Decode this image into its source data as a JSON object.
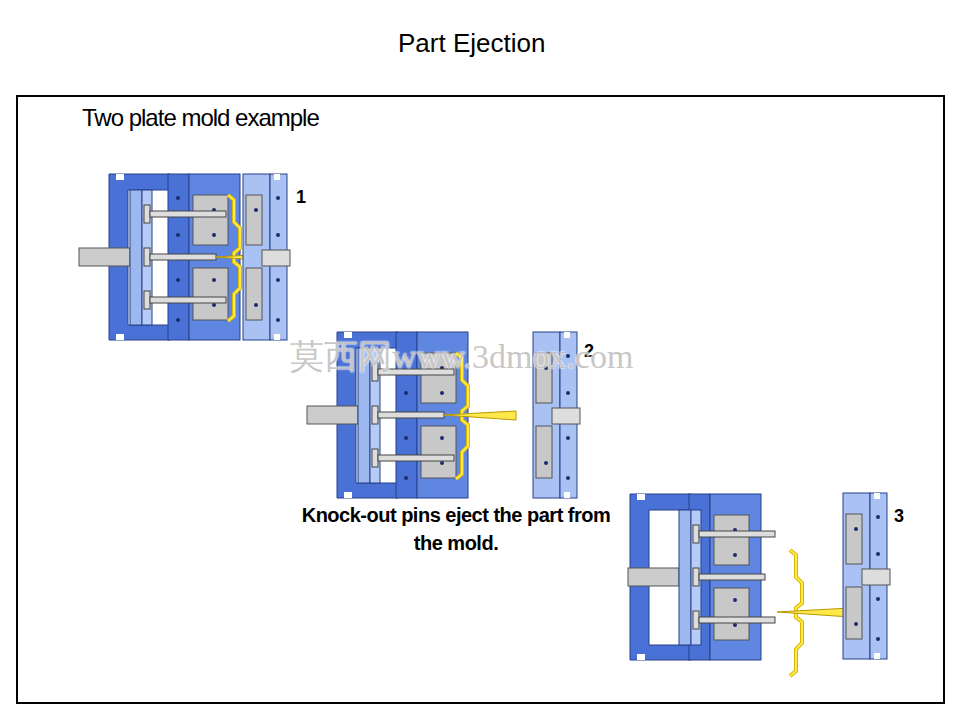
{
  "diagram": {
    "title": "Part Ejection",
    "labels": [
      "Two plate mold example",
      "1",
      "2",
      "3",
      "Knock-out pins eject the part from the mold.",
      "莫西网www.3dmox.com"
    ]
  }
}
